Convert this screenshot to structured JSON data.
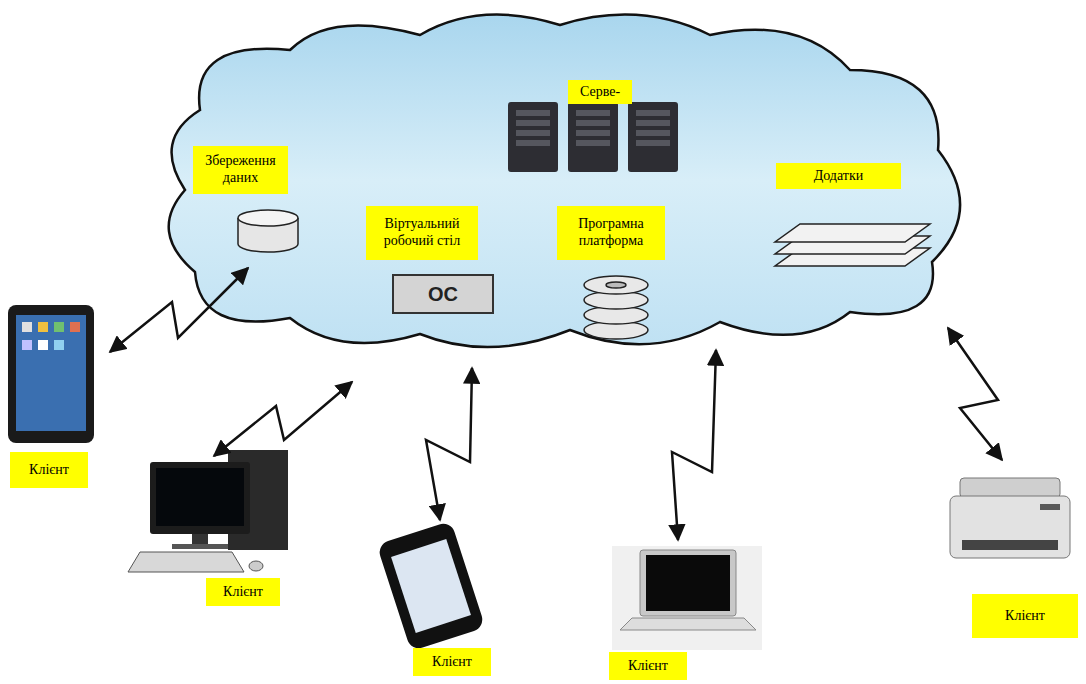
{
  "diagram": {
    "nodes": [
      {
        "text": [
          "Серве-"
        ]
      },
      {
        "text": [
          "Збереження даних"
        ]
      },
      {
        "text": [
          "Додатки"
        ]
      },
      {
        "text": [
          "Віртуальний робочий стіл"
        ]
      },
      {
        "text": [
          "Програмна платформа"
        ]
      },
      {
        "text": [
          "ОС"
        ]
      },
      {
        "text": [
          "Клієнт"
        ]
      },
      {
        "text": [
          "Клієнт"
        ]
      },
      {
        "text": [
          "Клієнт"
        ]
      },
      {
        "text": [
          "Клієнт"
        ]
      },
      {
        "text": [
          "Клієнт"
        ]
      }
    ]
  }
}
